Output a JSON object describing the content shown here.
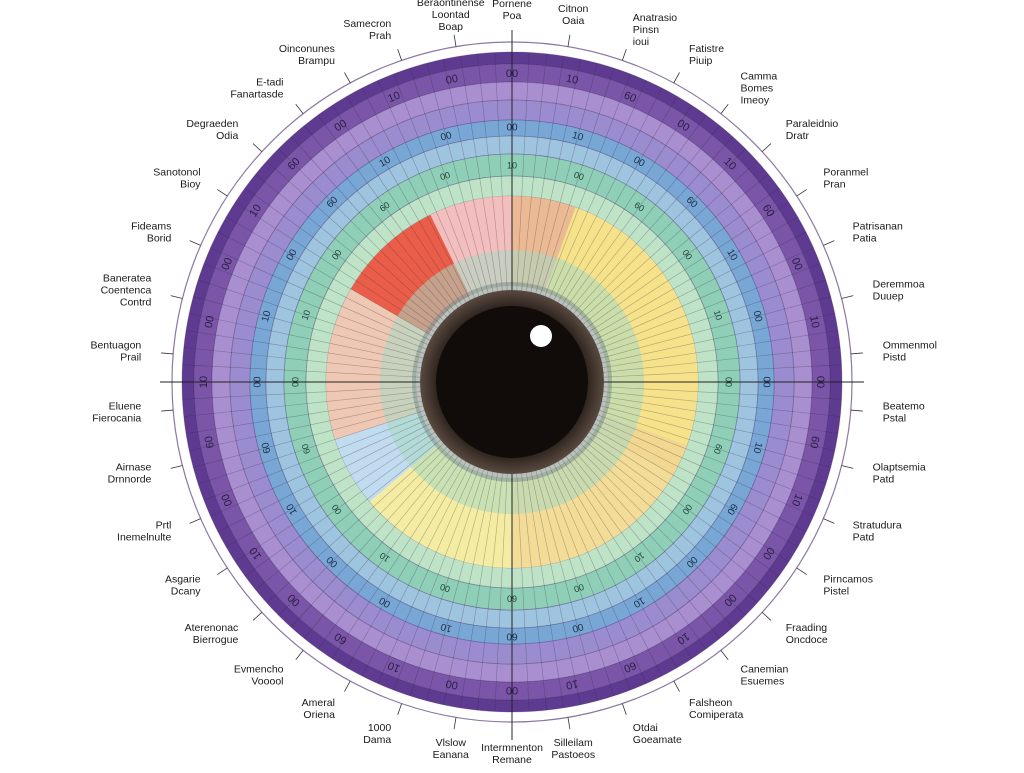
{
  "colors": {
    "outer_ring": "#7a55a8",
    "outer_ring_dark": "#5e3a91",
    "ring_lavender": "#a98fd0",
    "ring_blue": "#78a7d6",
    "ring_teal": "#8fcfb8",
    "ring_green": "#bfe3c6",
    "sector_red": "#e8503a",
    "sector_pink": "#f2b8b8",
    "sector_yellow": "#f5e58a",
    "sector_peach": "#e9b48c",
    "sector_lightblue": "#bcd8ee",
    "pupil": "#110c09",
    "iris_shadow": "#5a4a40",
    "highlight": "#ffffff"
  },
  "pupil_highlight": "light-reflection-icon",
  "labels": [
    {
      "lines": [
        "Pornene",
        "Poa"
      ]
    },
    {
      "lines": [
        "Citnon",
        "Oaia"
      ]
    },
    {
      "lines": [
        "Anatrasio",
        "Pinsn",
        "ioui"
      ]
    },
    {
      "lines": [
        "Fatistre",
        "Piuip"
      ]
    },
    {
      "lines": [
        "Camma",
        "Bomes",
        "Imeoy"
      ]
    },
    {
      "lines": [
        "Paraleidnio",
        "Dratr"
      ]
    },
    {
      "lines": [
        "Poranmel",
        "Pran"
      ]
    },
    {
      "lines": [
        "Patrisanan",
        "Patia"
      ]
    },
    {
      "lines": [
        "Deremmoa",
        "Duuep"
      ]
    },
    {
      "lines": [
        "Ommenmol",
        "Pistd"
      ]
    },
    {
      "lines": [
        "Beatemo",
        "Pstal"
      ]
    },
    {
      "lines": [
        "Olaptsemia",
        "Patd"
      ]
    },
    {
      "lines": [
        "Stratudura",
        "Patd"
      ]
    },
    {
      "lines": [
        "Pirncamos",
        "Pistel"
      ]
    },
    {
      "lines": [
        "Fraading",
        "Oncdoce"
      ]
    },
    {
      "lines": [
        "Canemian",
        "Esuemes"
      ]
    },
    {
      "lines": [
        "Falsheon",
        "Comiperata"
      ]
    },
    {
      "lines": [
        "Otdai",
        "Goeamate"
      ]
    },
    {
      "lines": [
        "Silleilam",
        "Pastoeos"
      ]
    },
    {
      "lines": [
        "Intermnenton",
        "Remane"
      ]
    },
    {
      "lines": [
        "Vlslow",
        "Eanana"
      ]
    },
    {
      "lines": [
        "1000",
        "Dama"
      ]
    },
    {
      "lines": [
        "Ameral",
        "Oriena"
      ]
    },
    {
      "lines": [
        "Evmencho",
        "Vooool"
      ]
    },
    {
      "lines": [
        "Aterenonac",
        "Bierrogue"
      ]
    },
    {
      "lines": [
        "Asgarie",
        "Dcany"
      ]
    },
    {
      "lines": [
        "Prtl",
        "Inemelnulte"
      ]
    },
    {
      "lines": [
        "Airnase",
        "Drnnorde"
      ]
    },
    {
      "lines": [
        "Eluene",
        "Fierocania"
      ]
    },
    {
      "lines": [
        "Bentuagon",
        "Prail"
      ]
    },
    {
      "lines": [
        "Baneratea",
        "Coentenca",
        "Contrd"
      ]
    },
    {
      "lines": [
        "Fideams",
        "Borid"
      ]
    },
    {
      "lines": [
        "Sanotonol",
        "Bioy"
      ]
    },
    {
      "lines": [
        "Degraeden",
        "Odia"
      ]
    },
    {
      "lines": [
        "E-tadi",
        "Fanartasde"
      ]
    },
    {
      "lines": [
        "Oinconunes",
        "Brampu"
      ]
    },
    {
      "lines": [
        "Samecron",
        "Prah"
      ]
    },
    {
      "lines": [
        "Beraontinense",
        "Loontad",
        "Boap"
      ]
    }
  ],
  "ring_glyphs": {
    "outer": [
      "00",
      "10",
      "60",
      "00",
      "10",
      "60",
      "00",
      "10",
      "00",
      "60",
      "10",
      "00",
      "00",
      "10",
      "60",
      "10",
      "00",
      "00",
      "10",
      "60",
      "00",
      "10",
      "00",
      "60",
      "10",
      "00",
      "00",
      "10",
      "60",
      "00",
      "10",
      "00"
    ],
    "middle": [
      "00",
      "10",
      "00",
      "60",
      "10",
      "00",
      "00",
      "10",
      "60",
      "00",
      "10",
      "00",
      "60",
      "10",
      "00",
      "00",
      "10",
      "60",
      "00",
      "10",
      "00",
      "60",
      "10",
      "00"
    ],
    "inner": [
      "10",
      "00",
      "60",
      "00",
      "10",
      "00",
      "60",
      "00",
      "10",
      "00",
      "60",
      "00",
      "10",
      "00",
      "60",
      "00",
      "10",
      "00",
      "60",
      "00"
    ]
  }
}
